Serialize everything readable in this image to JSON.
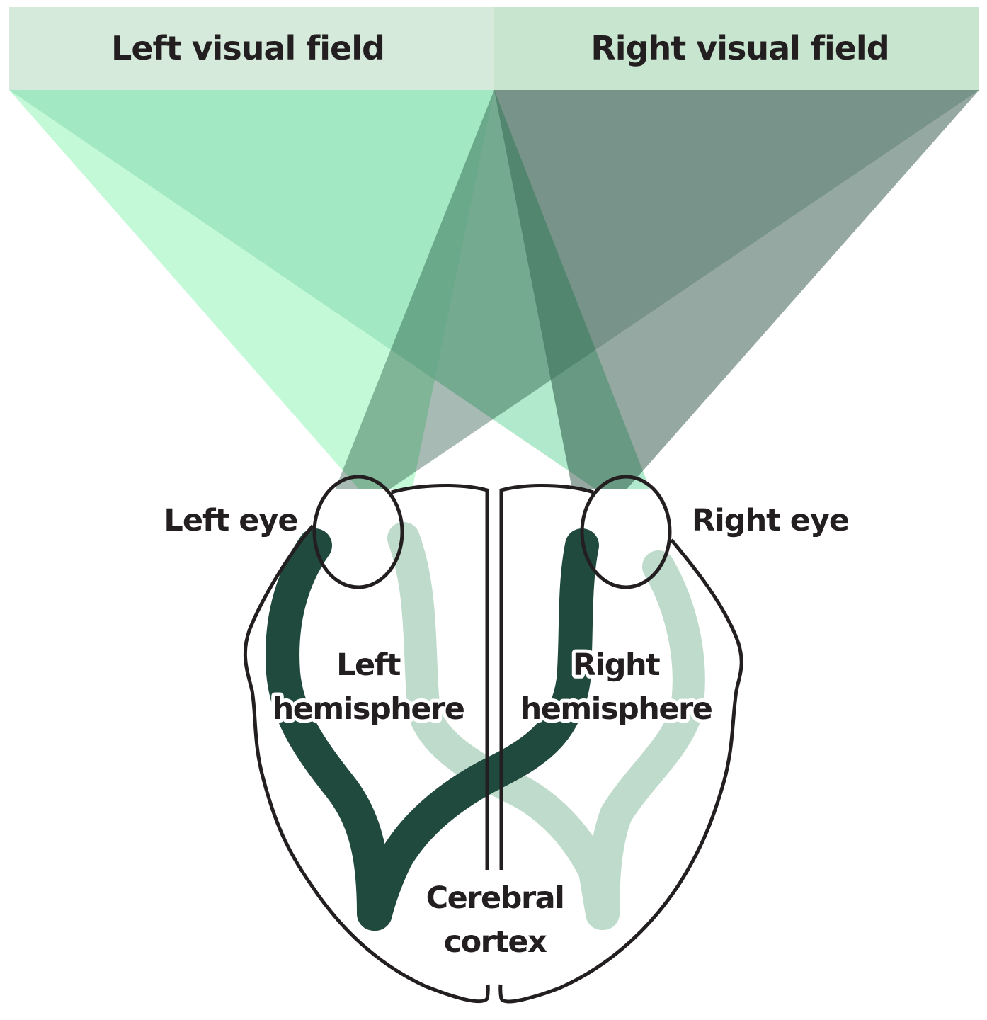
{
  "title": "Visual pathway: visual fields to cerebral hemispheres",
  "banner": {
    "left_label": "Left visual field",
    "right_label": "Right visual field"
  },
  "eyes": {
    "left_label": "Left eye",
    "right_label": "Right eye"
  },
  "hemispheres": {
    "left_line1": "Left",
    "left_line2": "hemisphere",
    "right_line1": "Right",
    "right_line2": "hemisphere"
  },
  "cortex": {
    "line1": "Cerebral",
    "line2": "cortex"
  },
  "colors": {
    "banner_left": "#d5eadb",
    "banner_right": "#c7e5cf",
    "left_field_outer": "#c4f9d7",
    "left_field_inner": "#97e2bb",
    "right_field_outer": "#90a39d",
    "right_field_inner": "#5e8276",
    "pathway_dark": "#214a3f",
    "pathway_light": "#bfdbcb",
    "outline": "#231f20"
  }
}
